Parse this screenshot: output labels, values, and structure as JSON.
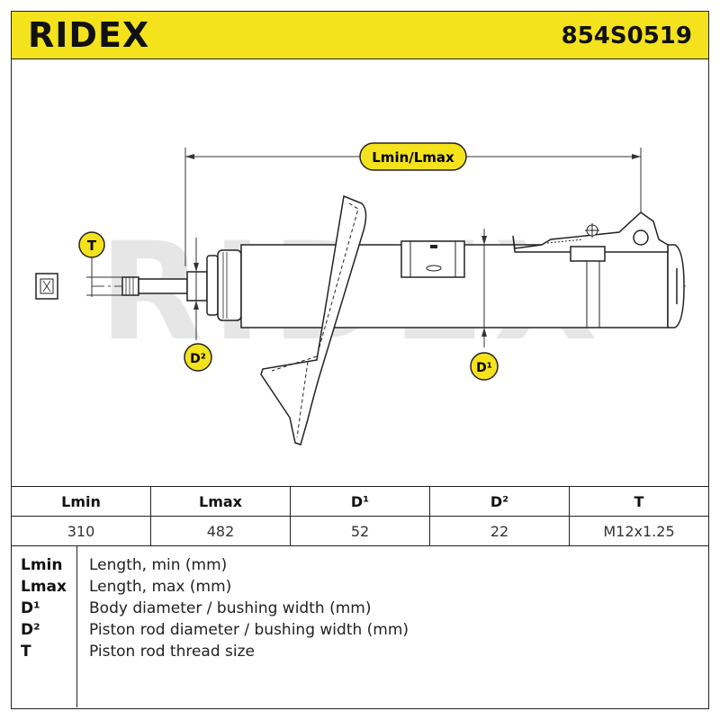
{
  "header": {
    "brand": "RIDEX",
    "part_number": "854S0519",
    "background_color": "#f4e21c"
  },
  "drawing": {
    "watermark": "RIDEX",
    "dimension_labels": {
      "length": "Lmin/Lmax",
      "thread": "T",
      "rod_diameter": "D²",
      "body_diameter": "D¹"
    }
  },
  "specs": {
    "headers": [
      "Lmin",
      "Lmax",
      "D¹",
      "D²",
      "T"
    ],
    "values": [
      "310",
      "482",
      "52",
      "22",
      "M12x1.25"
    ]
  },
  "legend": [
    {
      "term": "Lmin",
      "description": "Length, min (mm)"
    },
    {
      "term": "Lmax",
      "description": "Length, max (mm)"
    },
    {
      "term": "D¹",
      "description": "Body diameter / bushing width (mm)"
    },
    {
      "term": "D²",
      "description": "Piston rod diameter / bushing width (mm)"
    },
    {
      "term": "T",
      "description": "Piston rod thread size"
    }
  ]
}
